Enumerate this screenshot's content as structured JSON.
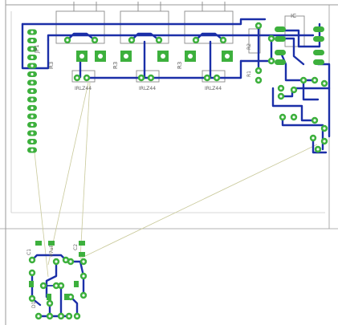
{
  "labels": {
    "ic": "IC",
    "r_left": "R3",
    "r_mid": "R3",
    "r_right": "R3",
    "q1": "IRLZ44",
    "q2": "IRLZ44",
    "q3": "IRLZ44",
    "res1": "R1",
    "res2": "R2",
    "c1": "C1",
    "c2": "C2",
    "d1": "D1",
    "jp": "JP1",
    "cap_big": "47uF"
  },
  "colors": {
    "background": "#ffffff",
    "trace": "#1b2fa8",
    "pad": "#3db03d",
    "airwire": "#c9c99a",
    "silkscreen": "#8a8a8a",
    "outline": "#7a7a7a"
  }
}
